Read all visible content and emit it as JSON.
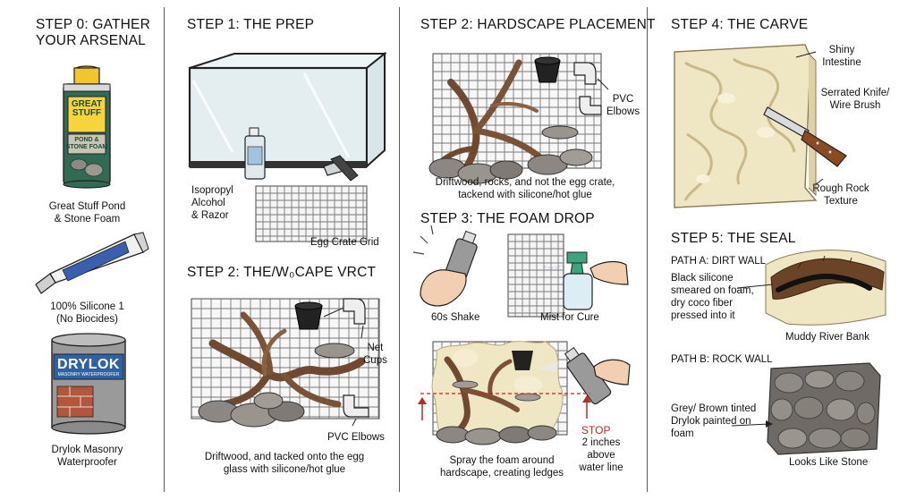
{
  "step0": {
    "title_line1": "STEP 0: GATHER",
    "title_line2": "YOUR ARSENAL",
    "can_brand_line1": "GREAT",
    "can_brand_line2": "STUFF",
    "can_product_line1": "POND &",
    "can_product_line2": "STONE FOAM",
    "foam_caption_line1": "Great Stuff Pond",
    "foam_caption_line2": "& Stone Foam",
    "tube_label": "100% Silicone 1",
    "silicone_caption_line1": "100% Silicone 1",
    "silicone_caption_line2": "(No Biocides)",
    "tin_brand": "DRYLOK",
    "tin_sub": "MASONRY WATERPROOFER",
    "drylok_caption_line1": "Drylok Masonry",
    "drylok_caption_line2": "Waterproofer"
  },
  "step1": {
    "title": "STEP 1: THE PREP",
    "alcohol_line1": "Isopropyl",
    "alcohol_line2": "Alcohol",
    "alcohol_line3": "& Razor",
    "egg_crate": "Egg Crate Grid"
  },
  "step2a": {
    "title": "STEP 2: THE/W₀CAPE VRCT",
    "net_cups_line1": "Net",
    "net_cups_line2": "Cups",
    "pvc": "PVC Elbows",
    "caption_line1": "Driftwood, and tacked onto the egg",
    "caption_line2": "glass with silicone/hot glue"
  },
  "step2b": {
    "title": "STEP 2: HARDSCAPE PLACEMENT",
    "pvc_line1": "PVC",
    "pvc_line2": "Elbows",
    "caption_line1": "Driftwood, rocks, and not the egg crate,",
    "caption_line2": "tackend with silicone/hot glue"
  },
  "step3": {
    "title": "STEP 3: THE FOAM DROP",
    "shake": "60s Shake",
    "mist": "Mist for Cure",
    "spray_line1": "Spray the foam around",
    "spray_line2": "hardscape, creating ledges",
    "stop": "STOP",
    "stop_line1": "2 inches",
    "stop_line2": "above",
    "stop_line3": "water line"
  },
  "step4": {
    "title": "STEP 4: THE CARVE",
    "shiny_line1": "Shiny",
    "shiny_line2": "Intestine",
    "knife_line1": "Serrated Knife/",
    "knife_line2": "Wire Brush",
    "rough_line1": "Rough Rock",
    "rough_line2": "Texture"
  },
  "step5": {
    "title": "STEP 5: THE SEAL",
    "path_a": "PATH A: DIRT WALL",
    "dirt_line1": "Black silicone",
    "dirt_line2": "smeared on foam,",
    "dirt_line3": "dry coco fiber",
    "dirt_line4": "pressed into it",
    "muddy": "Muddy River Bank",
    "path_b": "PATH B: ROCK WALL",
    "rock_line1": "Grey/ Brown tinted",
    "rock_line2": "Drylok painted on",
    "rock_line3": "foam",
    "stone": "Looks Like Stone"
  },
  "colors": {
    "accent_red": "#c0281f",
    "can_green": "#2f6b55",
    "can_yellow": "#f2c62a",
    "wood": "#7a5236",
    "foam": "#efe6c4",
    "rock": "#8c8782"
  }
}
